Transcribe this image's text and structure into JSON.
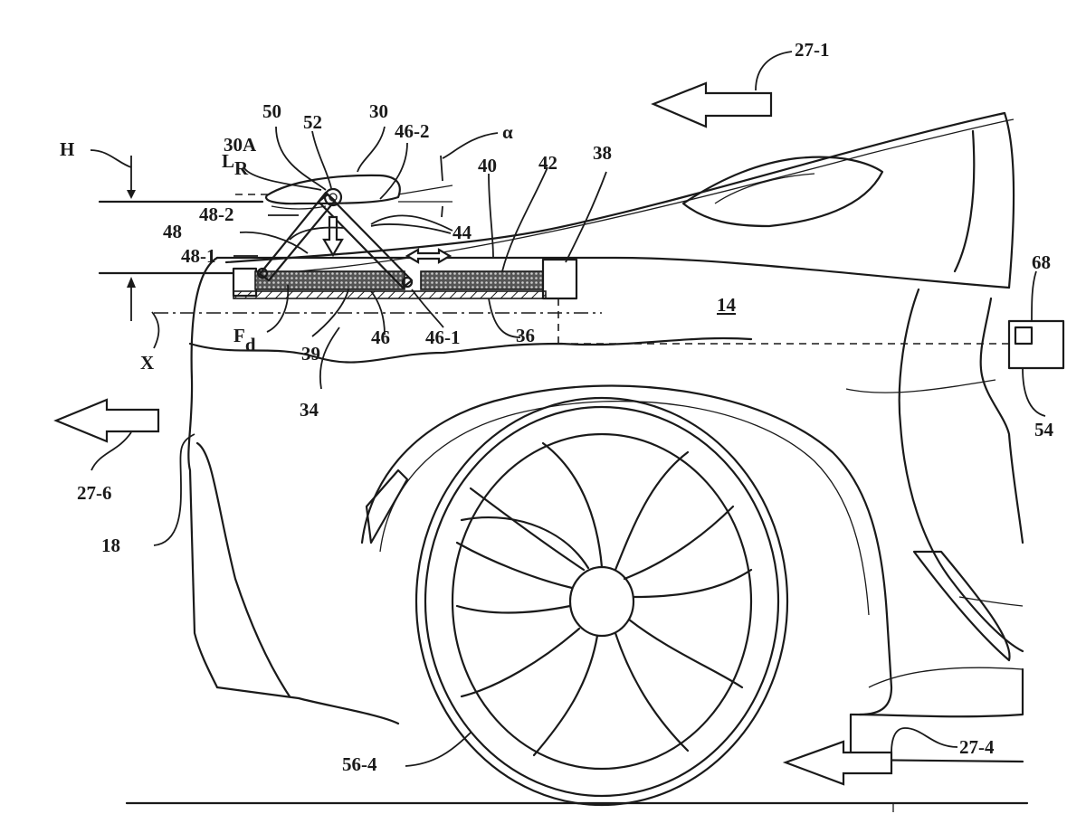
{
  "figure": {
    "type": "patent line drawing",
    "subject": "vehicle rear side view with deployable aerodynamic device",
    "reference_labels": {
      "airflow_top": "27-1",
      "airflow_front": "27-6",
      "airflow_bottom": "27-4",
      "height": "H",
      "lift_ref": "L",
      "lift_ref_sub": "R",
      "wing_edge": "30A",
      "pivot": "50",
      "hub": "52",
      "wing": "30",
      "link_upper": "46-2",
      "angle": "α",
      "track": "40",
      "spring": "42",
      "actuator": "38",
      "strut_upper": "48-2",
      "strut": "48",
      "strut_lower": "48-1",
      "guide": "44",
      "body": "14",
      "sensor": "68",
      "controller": "54",
      "axis": "X",
      "downforce": "F",
      "downforce_sub": "d",
      "base": "39",
      "assembly": "34",
      "link": "46",
      "link_lower": "46-1",
      "rail": "36",
      "rear_fascia": "18",
      "wheel": "56-4"
    }
  }
}
